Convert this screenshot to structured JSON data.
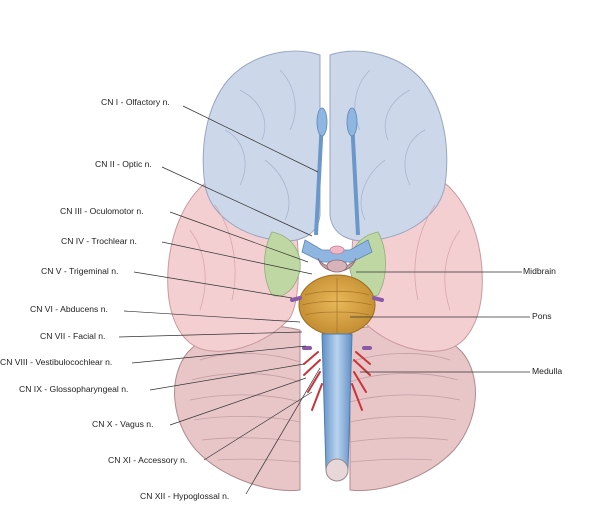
{
  "diagram": {
    "left_labels": [
      {
        "id": "cn1",
        "text": "CN I - Olfactory n."
      },
      {
        "id": "cn2",
        "text": "CN II - Optic n."
      },
      {
        "id": "cn3",
        "text": "CN III - Oculomotor n."
      },
      {
        "id": "cn4",
        "text": "CN IV - Trochlear n."
      },
      {
        "id": "cn5",
        "text": "CN V - Trigeminal n."
      },
      {
        "id": "cn6",
        "text": "CN VI - Abducens n."
      },
      {
        "id": "cn7",
        "text": "CN VII - Facial n."
      },
      {
        "id": "cn8",
        "text": "CN VIII - Vestibulocochlear n."
      },
      {
        "id": "cn9",
        "text": "CN IX - Glossopharyngeal n."
      },
      {
        "id": "cn10",
        "text": "CN X - Vagus n."
      },
      {
        "id": "cn11",
        "text": "CN XI - Accessory n."
      },
      {
        "id": "cn12",
        "text": "CN XII - Hypoglossal n."
      }
    ],
    "right_labels": [
      {
        "id": "midbrain",
        "text": "Midbrain"
      },
      {
        "id": "pons",
        "text": "Pons"
      },
      {
        "id": "medulla",
        "text": "Medulla"
      }
    ],
    "colors": {
      "frontal": "#c9d4e8",
      "temporal": "#f2c9cc",
      "insula": "#bcd3a0",
      "cerebellum": "#e4bfc1",
      "pons": "#d9a441",
      "brainstem": "#8fb3d9",
      "nerve_red": "#c8343c",
      "nerve_purple": "#8a5aa8",
      "leader": "#333333"
    }
  }
}
